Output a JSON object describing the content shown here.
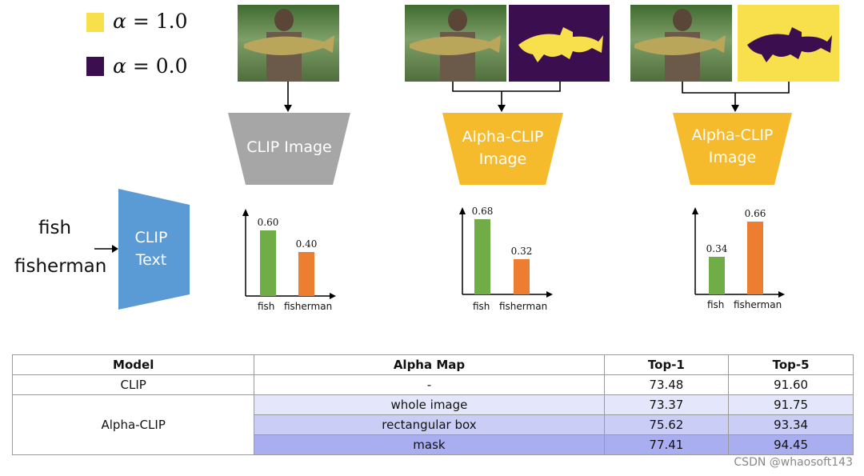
{
  "legend": {
    "items": [
      {
        "symbol": "α",
        "text": "= 1.0",
        "color": "#f7e04b"
      },
      {
        "symbol": "α",
        "text": "= 0.0",
        "color": "#3b0f4f"
      }
    ]
  },
  "encoders": {
    "clip_image": {
      "line1": "CLIP Image",
      "line2": "",
      "color": "#a6a6a6"
    },
    "alpha_clip_1": {
      "line1": "Alpha-CLIP",
      "line2": "Image",
      "color": "#f5bb2c"
    },
    "alpha_clip_2": {
      "line1": "Alpha-CLIP",
      "line2": "Image",
      "color": "#f5bb2c"
    },
    "clip_text": {
      "line1": "CLIP",
      "line2": "Text",
      "color": "#5b9bd5"
    }
  },
  "text_inputs": {
    "word1": "fish",
    "word2": "fisherman"
  },
  "chart_data": [
    {
      "type": "bar",
      "categories": [
        "fish",
        "fisherman"
      ],
      "values": [
        0.6,
        0.4
      ],
      "labels": [
        "0.60",
        "0.40"
      ],
      "colors": [
        "#70ad47",
        "#ed7d31"
      ],
      "ylim": [
        0,
        0.8
      ]
    },
    {
      "type": "bar",
      "categories": [
        "fish",
        "fisherman"
      ],
      "values": [
        0.68,
        0.32
      ],
      "labels": [
        "0.68",
        "0.32"
      ],
      "colors": [
        "#70ad47",
        "#ed7d31"
      ],
      "ylim": [
        0,
        0.8
      ]
    },
    {
      "type": "bar",
      "categories": [
        "fish",
        "fisherman"
      ],
      "values": [
        0.34,
        0.66
      ],
      "labels": [
        "0.34",
        "0.66"
      ],
      "colors": [
        "#70ad47",
        "#ed7d31"
      ],
      "ylim": [
        0,
        0.8
      ]
    }
  ],
  "table": {
    "headers": [
      "Model",
      "Alpha Map",
      "Top-1",
      "Top-5"
    ],
    "clip_row": {
      "model": "CLIP",
      "map": "-",
      "top1": "73.48",
      "top5": "91.60"
    },
    "alpha_model": "Alpha-CLIP",
    "alpha_rows": [
      {
        "map": "whole image",
        "top1": "73.37",
        "top5": "91.75"
      },
      {
        "map": "rectangular box",
        "top1": "75.62",
        "top5": "93.34"
      },
      {
        "map": "mask",
        "top1": "77.41",
        "top5": "94.45"
      }
    ]
  },
  "watermark": "CSDN @whaosoft143"
}
